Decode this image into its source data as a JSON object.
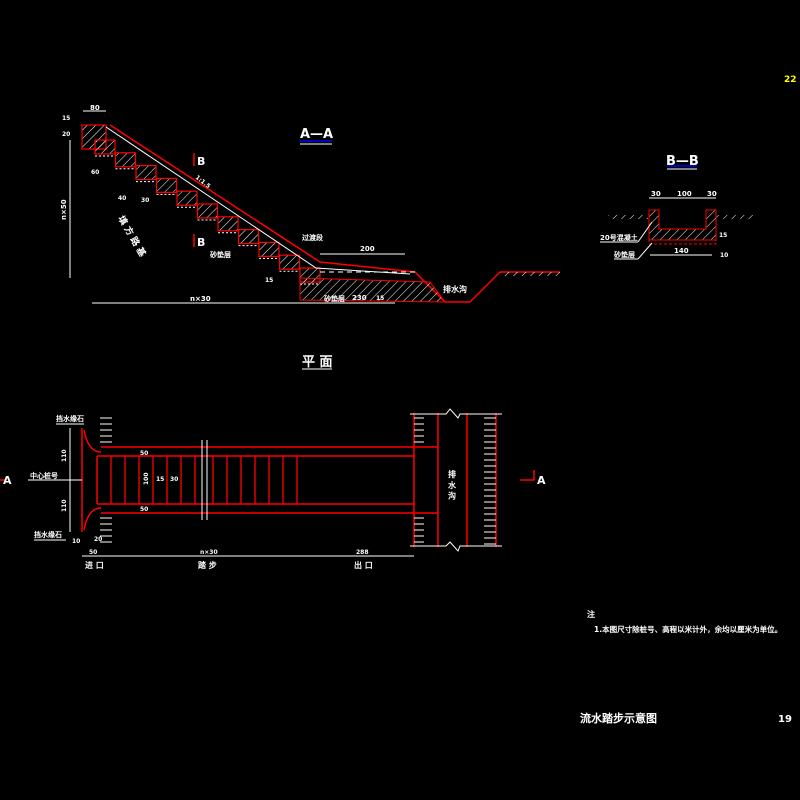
{
  "sheet_number_top": "22",
  "colors": {
    "background": "#000000",
    "structure": "#ff0000",
    "annotation": "#ffffff",
    "section_underline": "#0000ff",
    "sheet_number": "#ffff00"
  },
  "section_aa": {
    "title": "A—A",
    "dims": {
      "top_width": "80",
      "top_left_a": "15",
      "top_left_b": "20",
      "step_w": "60",
      "step_h": "40",
      "step_d": "30",
      "vertical": "n×50",
      "horizontal": "n×30",
      "transition_len": "200",
      "bottom_len": "230",
      "right_small": "15",
      "level": "15"
    },
    "labels": {
      "fill": "填 方 路 基",
      "slope": "1:1.5",
      "transition": "过渡段",
      "sand1": "砂垫层",
      "sand2": "砂垫层",
      "ditch": "排水沟",
      "b_top": "B",
      "b_bottom": "B"
    }
  },
  "section_bb": {
    "title": "B—B",
    "dims": {
      "left": "30",
      "middle": "100",
      "right": "30",
      "bottom": "140",
      "h1": "15",
      "h2": "10"
    },
    "labels": {
      "concrete": "20号混凝土",
      "sand": "砂垫层"
    }
  },
  "plan": {
    "title": "平 面",
    "labels": {
      "curb_top": "挡水缘石",
      "center": "中心桩号",
      "curb_bottom": "挡水缘石",
      "ditch": "排 水 沟",
      "inlet": "进 口",
      "steps": "踏 步",
      "outlet": "出 口",
      "a_left": "A",
      "a_right": "A"
    },
    "dims": {
      "upper": "110",
      "lower": "110",
      "side_top": "50",
      "side_bottom": "50",
      "width": "100",
      "tread": "30",
      "tread_lbl": "15",
      "small": "10",
      "inlet_len": "50",
      "inlet_small": "20",
      "steps_len": "n×30",
      "outlet_len": "288"
    }
  },
  "notes": {
    "heading": "注",
    "items": [
      "1.本图尺寸除桩号、高程以米计外，余均以厘米为单位。"
    ]
  },
  "title_block": {
    "title": "流水踏步示意图",
    "page": "19"
  }
}
